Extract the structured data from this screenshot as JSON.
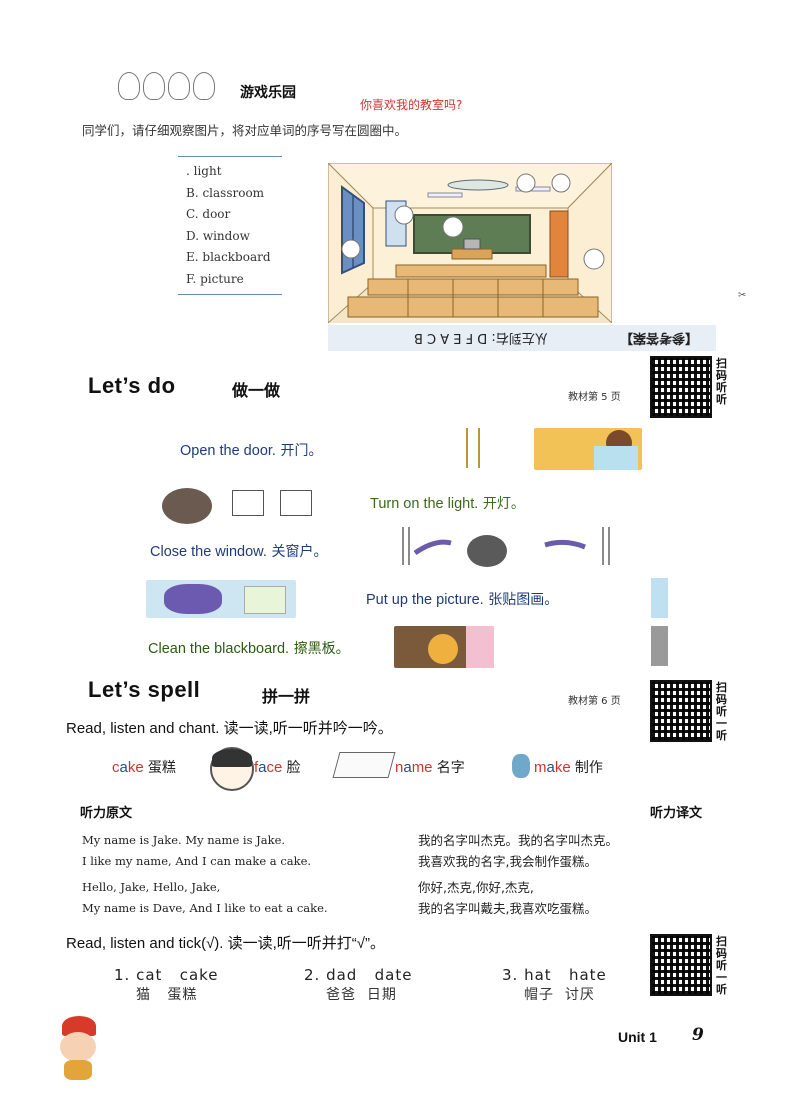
{
  "header": {
    "game_title": "游戏乐园",
    "question": "你喜欢我的教室吗?",
    "instruction": "同学们，请仔细观察图片，将对应单词的序号写在圆圈中。"
  },
  "options": [
    ". light",
    "B. classroom",
    "C. door",
    "D. window",
    "E. blackboard",
    "F. picture"
  ],
  "answer": {
    "bracket_label": "【参考答案】",
    "text": "从左到右: D F E A C B"
  },
  "lets_do": {
    "title": "Let’s do",
    "title_cn": "做一做",
    "page_ref": "教材第 5 页",
    "qr_label": "扫码听听",
    "lines": [
      {
        "en": "Open the door.",
        "cn": "开门。"
      },
      {
        "en": "Turn on the light.",
        "cn": "开灯。"
      },
      {
        "en": "Close the window.",
        "cn": "关窗户。"
      },
      {
        "en": "Put up the picture.",
        "cn": "张贴图画。"
      },
      {
        "en": "Clean the blackboard.",
        "cn": "擦黑板。"
      }
    ]
  },
  "lets_spell": {
    "title": "Let’s spell",
    "title_cn": "拼一拼",
    "page_ref": "教材第 6 页",
    "qr_label": "扫码听一听",
    "instruction": "Read, listen and chant. 读一读,听一听并吟一吟。",
    "words": [
      {
        "hl1": "c",
        "mid": "a",
        "hl2": "ke",
        "cn": "蛋糕"
      },
      {
        "hl1": "f",
        "mid": "a",
        "hl2": "ce",
        "cn": "脸"
      },
      {
        "hl1": "n",
        "mid": "a",
        "hl2": "me",
        "cn": "名字"
      },
      {
        "hl1": "m",
        "mid": "a",
        "hl2": "ke",
        "cn": "制作"
      }
    ]
  },
  "listening": {
    "left_head": "听力原文",
    "right_head": "听力译文",
    "script": [
      "My name is Jake. My name is Jake.",
      "I like my name, And I can make a cake.",
      "Hello, Jake, Hello, Jake,",
      "My name is Dave, And I like to eat a cake."
    ],
    "translation": [
      "我的名字叫杰克。我的名字叫杰克。",
      "我喜欢我的名字,我会制作蛋糕。",
      "你好,杰克,你好,杰克,",
      "我的名字叫戴夫,我喜欢吃蛋糕。"
    ]
  },
  "tick": {
    "instruction": "Read, listen and tick(√). 读一读,听一听并打“√”。",
    "qr_label": "扫码听一听",
    "items": [
      {
        "en": "1. cat   cake",
        "cn": "猫   蛋糕"
      },
      {
        "en": "2. dad   date",
        "cn": "爸爸  日期"
      },
      {
        "en": "3. hat   hate",
        "cn": "帽子  讨厌"
      }
    ]
  },
  "footer": {
    "unit": "Unit 1",
    "page": "9"
  }
}
